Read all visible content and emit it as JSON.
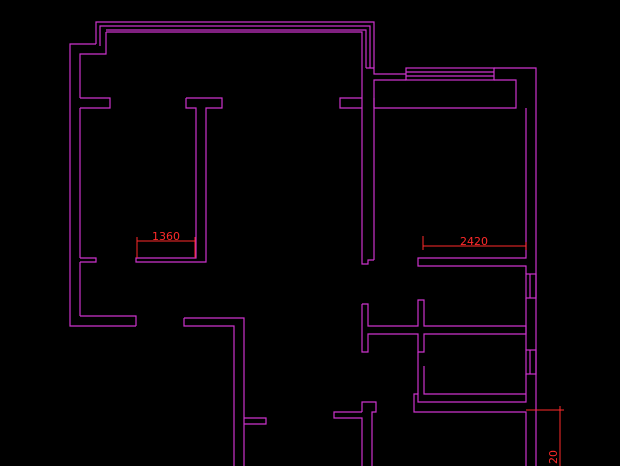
{
  "colors": {
    "background": "#000000",
    "wall": "#cc33cc",
    "dimension": "#ff2a2a"
  },
  "dimensions": {
    "bathroom_width": "1360",
    "bedroom_width": "2420",
    "right_partial": "20"
  }
}
